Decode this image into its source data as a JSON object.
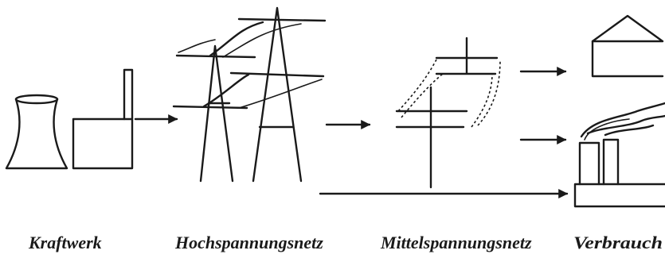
{
  "labels": {
    "kraftwerk": "Kraftwerk",
    "hochspannungsnetz": "Hochspannungsnetz",
    "mittelspannungsnetz": "Mittelspannungsnetz",
    "verbrauch": "Verbrauch"
  }
}
